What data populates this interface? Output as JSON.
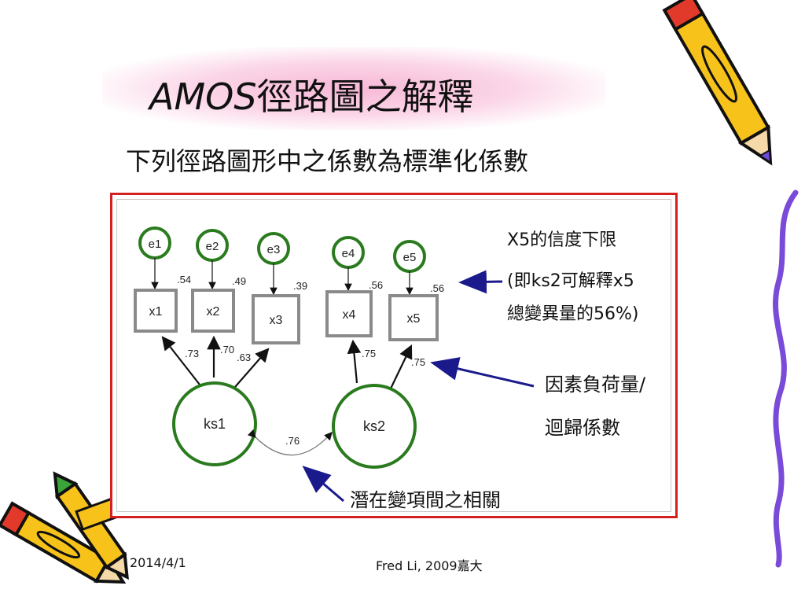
{
  "slide": {
    "title_latin": "AMOS",
    "title_cjk": "徑路圖之解釋",
    "subtitle": "下列徑路圖形中之係數為標準化係數",
    "footer_date": "2014/4/1",
    "footer_credit": "Fred Li, 2009嘉大"
  },
  "diagram": {
    "latent": [
      {
        "id": "ks1",
        "label": "ks1"
      },
      {
        "id": "ks2",
        "label": "ks2"
      }
    ],
    "observed": [
      {
        "label": "x1",
        "error": "e1",
        "r2": ".54",
        "loading": ".73"
      },
      {
        "label": "x2",
        "error": "e2",
        "r2": ".49",
        "loading": ".70"
      },
      {
        "label": "x3",
        "error": "e3",
        "r2": ".39",
        "loading": ".63"
      },
      {
        "label": "x4",
        "error": "e4",
        "r2": ".56",
        "loading": ".75"
      },
      {
        "label": "x5",
        "error": "e5",
        "r2": ".56",
        "loading": ".75"
      }
    ],
    "correlation": ".76",
    "annotations": {
      "reliability_line1": "X5的信度下限",
      "reliability_line2": "(即ks2可解釋x5",
      "reliability_line3": "總變異量的56%)",
      "loading_line1": "因素負荷量/",
      "loading_line2": "迴歸係數",
      "correlation_note": "潛在變項間之相關"
    },
    "colors": {
      "latent_stroke": "#2a7a1e",
      "box_stroke": "#8a8a8a",
      "annotation_arrow": "#1a1a8c",
      "frame": "#d42020"
    }
  },
  "decor": {
    "icons": [
      "pencil-icon",
      "crayons-icon",
      "wavy-border"
    ]
  }
}
